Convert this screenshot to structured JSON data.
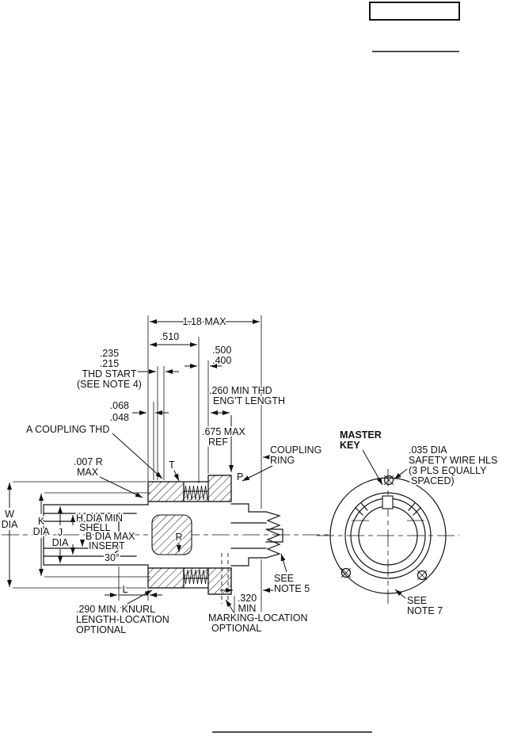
{
  "colors": {
    "ink": "#111111",
    "background": "#ffffff"
  },
  "side_view": {
    "dim_1_18": "1.18 MAX",
    "dim_510": ".510",
    "dim_500": ".500",
    "dim_400": ".400",
    "dim_235": ".235",
    "dim_215": ".215",
    "thd_start": "THD START",
    "thd_start_note": "(SEE NOTE 4)",
    "dim_260": ".260 MIN THD",
    "dim_260_b": "ENG'T LENGTH",
    "dim_068": ".068",
    "dim_048": ".048",
    "coupling_thd": "A COUPLING THD",
    "dim_675": ".675 MAX",
    "dim_675_b": "REF",
    "coupling_a": "COUPLING",
    "coupling_b": "RING",
    "dim_007": ".007 R",
    "dim_007_b": "MAX",
    "t": "T",
    "p": "P",
    "w": "W",
    "w_dia": "DIA",
    "k": "K",
    "k_dia": "DIA",
    "j": "J",
    "j_dia": "DIA",
    "h_dia": "H DIA MIN",
    "h_dia_b": "SHELL",
    "b_dia": "B DIA MAX",
    "b_dia_b": "INSERT",
    "r": "R",
    "angle_30": "30°",
    "l": "L",
    "knurl_a": ".290 MIN. KNURL",
    "knurl_b": "LENGTH-LOCATION",
    "knurl_c": "OPTIONAL",
    "marking_a": "MARKING-LOCATION",
    "marking_b": "OPTIONAL",
    "dim_320": ".320",
    "dim_320_b": "MIN",
    "note5_a": "SEE",
    "note5_b": "NOTE 5"
  },
  "front_view": {
    "master_a": "MASTER",
    "master_b": "KEY",
    "wire_a": ".035 DIA",
    "wire_b": "SAFETY WIRE HLS",
    "wire_c": "(3 PLS EQUALLY",
    "wire_d": "SPACED)",
    "note7_a": "SEE",
    "note7_b": "NOTE 7"
  }
}
